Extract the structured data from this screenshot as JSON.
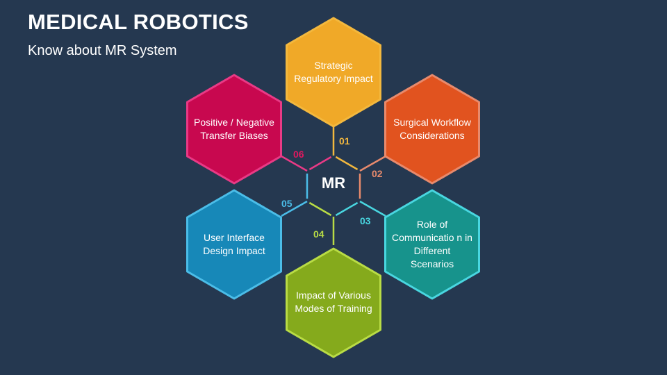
{
  "header": {
    "title": "MEDICAL ROBOTICS",
    "subtitle": "Know about MR System"
  },
  "center": {
    "label": "MR"
  },
  "items": [
    {
      "num": "01",
      "label": "Strategic Regulatory Impact",
      "fill": "#f0a928",
      "stroke": "#f3b83e"
    },
    {
      "num": "02",
      "label": "Surgical Workflow Considerations",
      "fill": "#e1531f",
      "stroke": "#e88a6c"
    },
    {
      "num": "03",
      "label": "Role of Communicatio n in Different Scenarios",
      "fill": "#17938c",
      "stroke": "#49d6e0"
    },
    {
      "num": "04",
      "label": "Impact of Various Modes of Training",
      "fill": "#85aa1c",
      "stroke": "#b9dc45"
    },
    {
      "num": "05",
      "label": "User Interface Design Impact",
      "fill": "#1788b8",
      "stroke": "#4bbde8"
    },
    {
      "num": "06",
      "label": "Positive / Negative Transfer Biases",
      "fill": "#c8084f",
      "stroke": "#e93a86"
    }
  ]
}
